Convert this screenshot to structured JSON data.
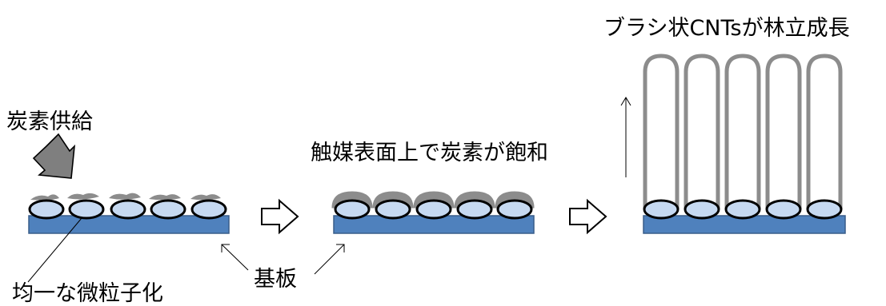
{
  "labels": {
    "carbon_supply": "炭素供給",
    "uniform_particles": "均一な微粒子化",
    "substrate": "基板",
    "surface_saturation": "触媒表面上で炭素が飽和",
    "cnt_growth": "ブラシ状CNTsが林立成長"
  },
  "colors": {
    "substrate_fill": "#4f81bd",
    "substrate_stroke": "#385d8a",
    "particle_fill": "#c6d9f1",
    "carbon_gray": "#8c8c8c",
    "supply_arrow": "#7f7f7f"
  },
  "stages": [
    {
      "name": "initial",
      "particles": 5,
      "carbon": "scattered"
    },
    {
      "name": "saturated",
      "particles": 5,
      "carbon": "caps"
    },
    {
      "name": "grown",
      "particles": 5,
      "carbon": "tubes"
    }
  ]
}
